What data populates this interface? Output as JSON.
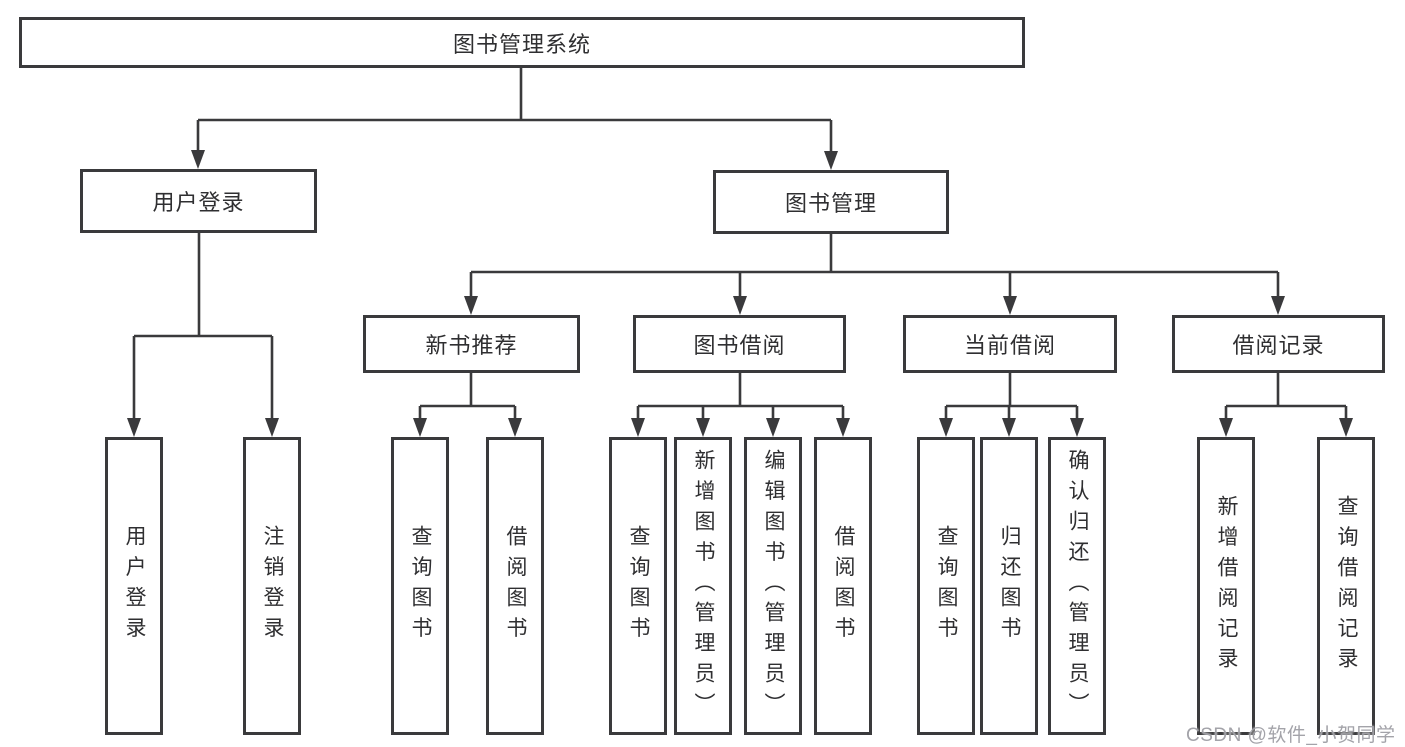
{
  "colors": {
    "line": "#3a3a3c",
    "node_border": "#3a3a3c",
    "node_text": "#2f2f31",
    "background": "#ffffff",
    "watermark": "#9e9ea4"
  },
  "watermark": "CSDN @软件_小贺同学",
  "tree": {
    "root": "图书管理系统",
    "children": [
      {
        "label": "用户登录",
        "children": [
          "用户登录",
          "注销登录"
        ]
      },
      {
        "label": "图书管理",
        "children": [
          {
            "label": "新书推荐",
            "children": [
              "查询图书",
              "借阅图书"
            ]
          },
          {
            "label": "图书借阅",
            "children": [
              "查询图书",
              "新增图书（管理员）",
              "编辑图书（管理员）",
              "借阅图书"
            ]
          },
          {
            "label": "当前借阅",
            "children": [
              "查询图书",
              "归还图书",
              "确认归还（管理员）"
            ]
          },
          {
            "label": "借阅记录",
            "children": [
              "新增借阅记录",
              "查询借阅记录"
            ]
          }
        ]
      }
    ]
  }
}
